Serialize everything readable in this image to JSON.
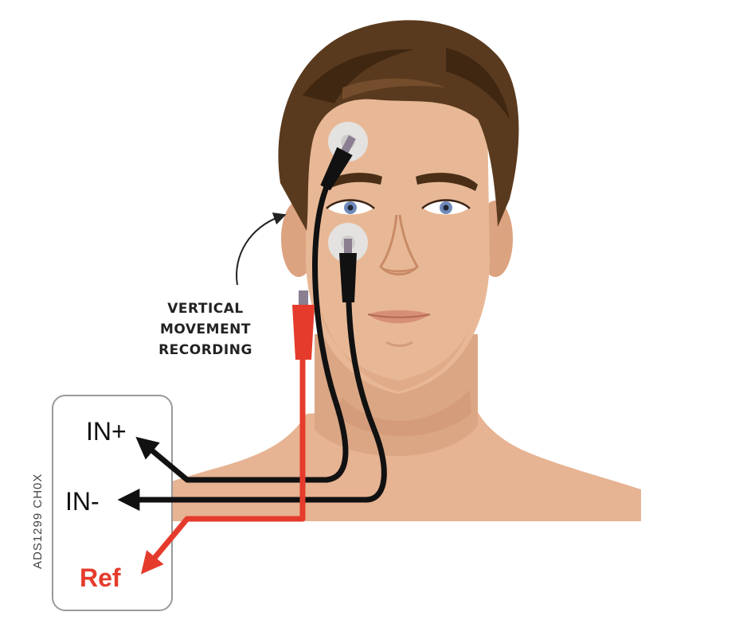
{
  "annotation": {
    "lines": [
      "VERTICAL",
      "MOVEMENT",
      "RECORDING"
    ]
  },
  "board": {
    "label": "ADS1299 CH0X",
    "ports": {
      "in_plus": "IN+",
      "in_minus": "IN-",
      "ref": "Ref"
    }
  },
  "colors": {
    "skin": "#e6b393",
    "skin_shadow": "#d49a78",
    "hair": "#5a3a1e",
    "hair_dark": "#3f2712",
    "wire_signal": "#111111",
    "wire_ref": "#e53b2c",
    "electrode_pad": "#e4e2e0",
    "board_border": "#9a9a9a"
  },
  "icons": {
    "electrode_upper": "electrode-pad-icon",
    "electrode_lower": "electrode-pad-icon",
    "electrode_ref": "electrode-clip-icon",
    "arrow_in_plus": "arrow-icon",
    "arrow_in_minus": "arrow-icon",
    "arrow_ref": "arrow-icon",
    "annotation_pointer": "curved-arrow-icon"
  }
}
